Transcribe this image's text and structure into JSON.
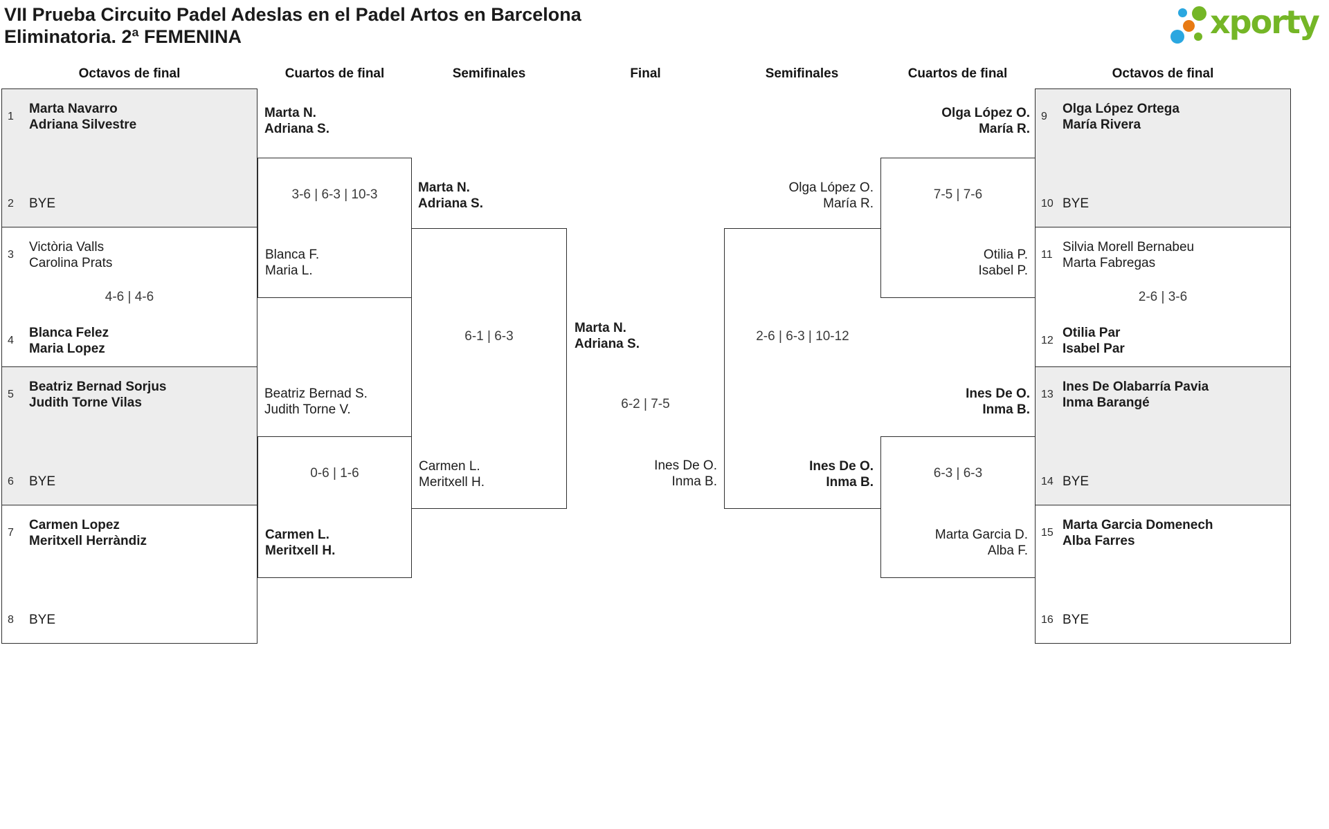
{
  "title": {
    "line1": "VII Prueba Circuito Padel Adeslas en el Padel Artos en Barcelona",
    "line2": "Eliminatoria. 2ª FEMENINA"
  },
  "logo": {
    "text": "xporty",
    "green": "#74b626",
    "blue": "#2aa7e0",
    "orange": "#e87a12"
  },
  "headers": {
    "oct_left": "Octavos de final",
    "qf_left": "Cuartos de final",
    "sf_left": "Semifinales",
    "final": "Final",
    "sf_right": "Semifinales",
    "qf_right": "Cuartos de final",
    "oct_right": "Octavos de final"
  },
  "r16_left": [
    {
      "seed_a": "1",
      "a1": "Marta Navarro",
      "a2": "Adriana Silvestre",
      "aw": true,
      "score": "",
      "seed_b": "2",
      "b1": "BYE",
      "b2": "",
      "bw": false
    },
    {
      "seed_a": "3",
      "a1": "Victòria Valls",
      "a2": "Carolina Prats",
      "aw": false,
      "score": "4-6 | 4-6",
      "seed_b": "4",
      "b1": "Blanca Felez",
      "b2": "Maria Lopez",
      "bw": true
    },
    {
      "seed_a": "5",
      "a1": "Beatriz Bernad Sorjus",
      "a2": "Judith Torne Vilas",
      "aw": true,
      "score": "",
      "seed_b": "6",
      "b1": "BYE",
      "b2": "",
      "bw": false
    },
    {
      "seed_a": "7",
      "a1": "Carmen Lopez",
      "a2": "Meritxell Herràndiz",
      "aw": true,
      "score": "",
      "seed_b": "8",
      "b1": "BYE",
      "b2": "",
      "bw": false
    }
  ],
  "r16_right": [
    {
      "seed_a": "9",
      "a1": "Olga López Ortega",
      "a2": "María Rivera",
      "aw": true,
      "score": "",
      "seed_b": "10",
      "b1": "BYE",
      "b2": "",
      "bw": false
    },
    {
      "seed_a": "11",
      "a1": "Silvia Morell Bernabeu",
      "a2": "Marta Fabregas",
      "aw": false,
      "score": "2-6 | 3-6",
      "seed_b": "12",
      "b1": "Otilia Par",
      "b2": "Isabel Par",
      "bw": true
    },
    {
      "seed_a": "13",
      "a1": "Ines De Olabarría Pavia",
      "a2": "Inma Barangé",
      "aw": true,
      "score": "",
      "seed_b": "14",
      "b1": "BYE",
      "b2": "",
      "bw": false
    },
    {
      "seed_a": "15",
      "a1": "Marta Garcia Domenech",
      "a2": "Alba Farres",
      "aw": true,
      "score": "",
      "seed_b": "16",
      "b1": "BYE",
      "b2": "",
      "bw": false
    }
  ],
  "qf_left": [
    {
      "a1": "Marta N.",
      "a2": "Adriana S.",
      "aw": true,
      "score": "3-6 | 6-3 | 10-3",
      "b1": "Blanca F.",
      "b2": "Maria L.",
      "bw": false
    },
    {
      "a1": "Beatriz Bernad S.",
      "a2": "Judith Torne V.",
      "aw": false,
      "score": "0-6 | 1-6",
      "b1": "Carmen L.",
      "b2": "Meritxell H.",
      "bw": true
    }
  ],
  "qf_right": [
    {
      "a1": "Olga López O.",
      "a2": "María R.",
      "aw": true,
      "score": "7-5 | 7-6",
      "b1": "Otilia P.",
      "b2": "Isabel P.",
      "bw": false
    },
    {
      "a1": "Ines De O.",
      "a2": "Inma B.",
      "aw": true,
      "score": "6-3 | 6-3",
      "b1": "Marta Garcia D.",
      "b2": "Alba F.",
      "bw": false
    }
  ],
  "sf_left": {
    "a1": "Marta N.",
    "a2": "Adriana S.",
    "aw": true,
    "score": "6-1 | 6-3",
    "b1": "Carmen L.",
    "b2": "Meritxell H.",
    "bw": false
  },
  "sf_right": {
    "a1": "Olga López O.",
    "a2": "María R.",
    "aw": false,
    "score": "2-6 | 6-3 | 10-12",
    "b1": "Ines De O.",
    "b2": "Inma B.",
    "bw": true
  },
  "final": {
    "a1": "Marta N.",
    "a2": "Adriana S.",
    "aw": true,
    "score": "6-2 | 7-5",
    "b1": "Ines De O.",
    "b2": "Inma B.",
    "bw": false
  }
}
